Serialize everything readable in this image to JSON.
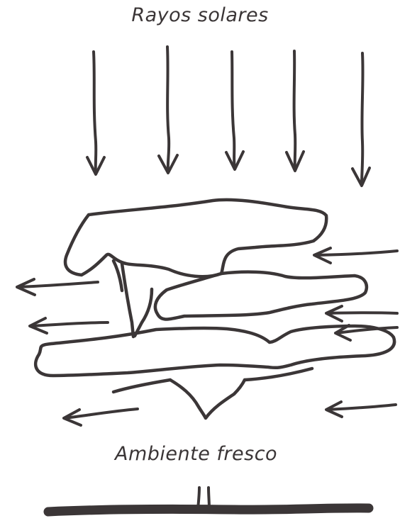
{
  "diagram": {
    "top_label": "Rayos solares",
    "bottom_label": "Ambiente fresco",
    "ink_color": "#3b3637",
    "background_color": "#ffffff",
    "sun_rays": {
      "count": 5,
      "direction": "down"
    },
    "wind_arrows": {
      "incoming_side": "right",
      "outgoing_side": "left",
      "direction": "right-to-left"
    },
    "tree": {
      "canopy_layers": 3,
      "ground": true
    }
  }
}
